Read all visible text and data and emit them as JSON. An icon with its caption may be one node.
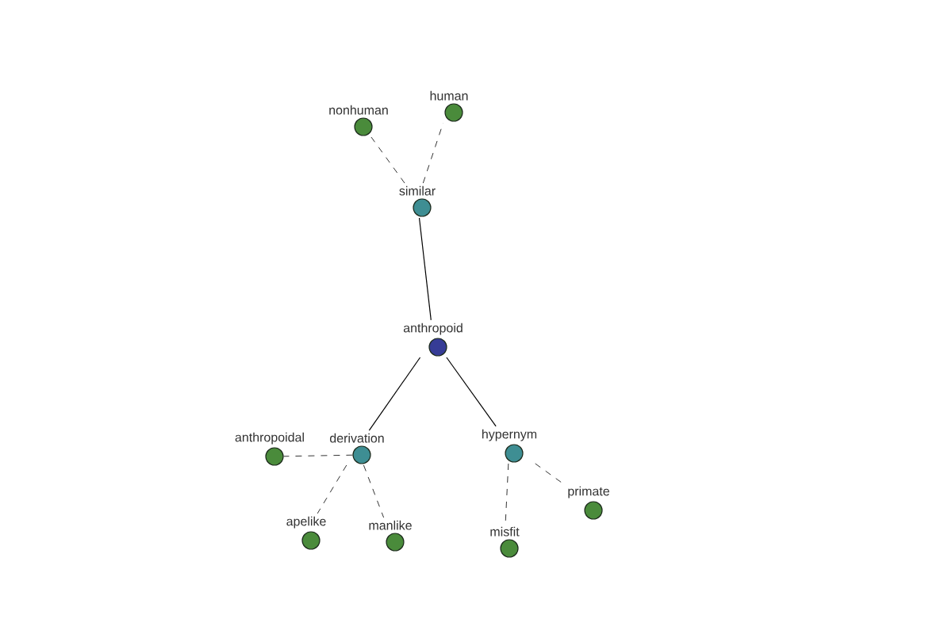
{
  "diagram": {
    "nodes": [
      {
        "text": [
          "nonhuman"
        ]
      },
      {
        "text": [
          "human"
        ]
      },
      {
        "text": [
          "similar"
        ]
      },
      {
        "text": [
          "anthropoid"
        ]
      },
      {
        "text": [
          "anthropoidal"
        ]
      },
      {
        "text": [
          "derivation"
        ]
      },
      {
        "text": [
          "hypernym"
        ]
      },
      {
        "text": [
          "primate"
        ]
      },
      {
        "text": [
          "apelike"
        ]
      },
      {
        "text": [
          "manlike"
        ]
      },
      {
        "text": [
          "misfit"
        ]
      }
    ],
    "edges": [
      {
        "from": 2,
        "to": 0,
        "arrow": "none",
        "style": "dashed"
      },
      {
        "from": 2,
        "to": 1,
        "arrow": "none",
        "style": "dashed"
      },
      {
        "from": 3,
        "to": 2,
        "arrow": "none"
      },
      {
        "from": 3,
        "to": 5,
        "arrow": "none"
      },
      {
        "from": 3,
        "to": 6,
        "arrow": "none"
      },
      {
        "from": 5,
        "to": 4,
        "arrow": "none",
        "style": "dashed"
      },
      {
        "from": 5,
        "to": 8,
        "arrow": "none",
        "style": "dashed"
      },
      {
        "from": 5,
        "to": 9,
        "arrow": "none",
        "style": "dashed"
      },
      {
        "from": 6,
        "to": 10,
        "arrow": "none",
        "style": "dashed"
      },
      {
        "from": 6,
        "to": 7,
        "arrow": "none",
        "style": "dashed"
      }
    ]
  }
}
